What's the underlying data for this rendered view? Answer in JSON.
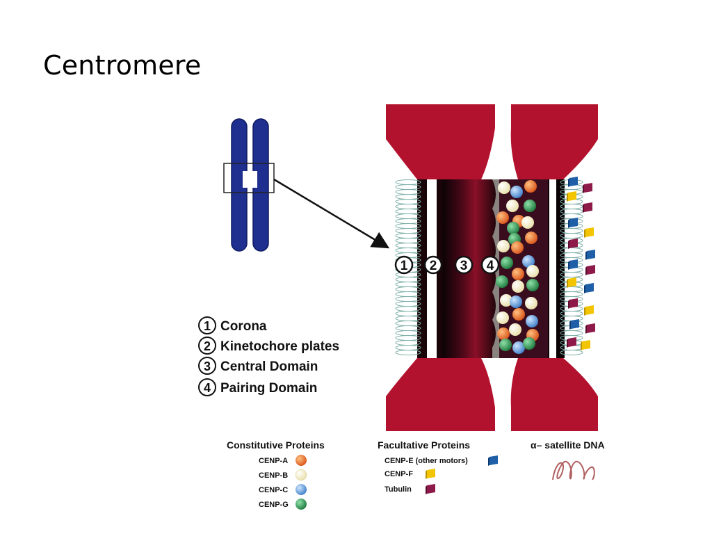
{
  "slide": {
    "title": "Centromere"
  },
  "circle_labels": [
    "1",
    "2",
    "3",
    "4"
  ],
  "domains": [
    {
      "num": "1",
      "label": "Corona"
    },
    {
      "num": "2",
      "label": "Kinetochore plates"
    },
    {
      "num": "3",
      "label": "Central Domain"
    },
    {
      "num": "4",
      "label": "Pairing Domain"
    }
  ],
  "legend": {
    "constitutive": {
      "heading": "Constitutive Proteins",
      "items": [
        {
          "label": "CENP-A",
          "color": "#e86a1c"
        },
        {
          "label": "CENP-B",
          "color": "#f7f0c8"
        },
        {
          "label": "CENP-C",
          "color": "#5b9ad8"
        },
        {
          "label": "CENP-G",
          "color": "#2a8a4a"
        }
      ]
    },
    "facultative": {
      "heading": "Facultative Proteins",
      "items": [
        {
          "label": "CENP-E (other motors)",
          "color": "#1f5fa8"
        },
        {
          "label": "CENP-F",
          "color": "#f2c500"
        },
        {
          "label": "Tubulin",
          "color": "#8e1a4a"
        }
      ]
    },
    "dna": {
      "heading": "α– satellite DNA",
      "color": "#b06060"
    }
  },
  "colors": {
    "chromatin": "#b3122e",
    "chromosome": "#1e2f8f",
    "microtubule": "#7fb0a8"
  }
}
